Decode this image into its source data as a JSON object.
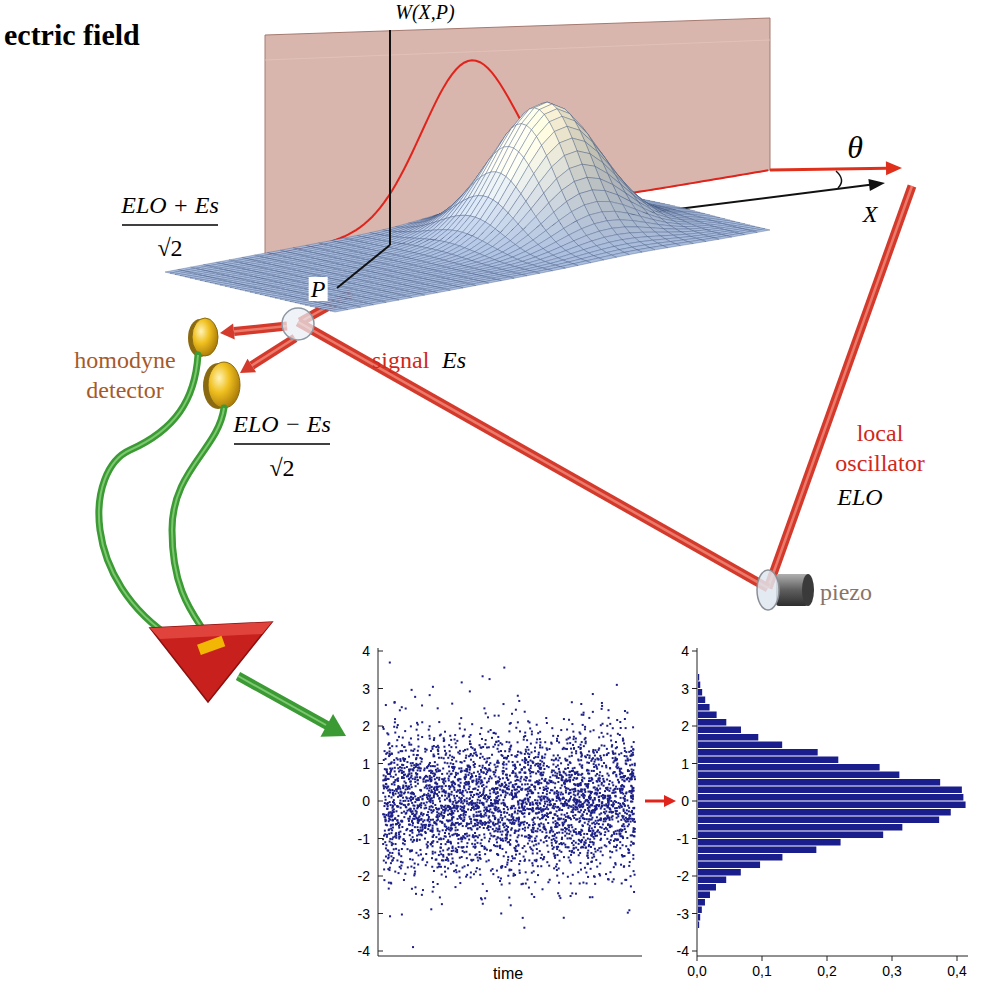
{
  "diagram": {
    "title": "ectric field",
    "labels": [
      "W(X,P)",
      "θ",
      "X",
      "P",
      "ELO + Es",
      "√2",
      "signal",
      "Es",
      "local oscillator",
      "ELO",
      "piezo",
      "homodyne detector",
      "ELO − Es",
      "√2",
      "4",
      "3",
      "2",
      "1",
      "0",
      "-1",
      "-2",
      "-3",
      "-4",
      "time",
      "4",
      "3",
      "2",
      "1",
      "0",
      "-1",
      "-2",
      "-3",
      "-4",
      "0,0",
      "0,1",
      "0,2",
      "0,3",
      "0,4"
    ]
  }
}
